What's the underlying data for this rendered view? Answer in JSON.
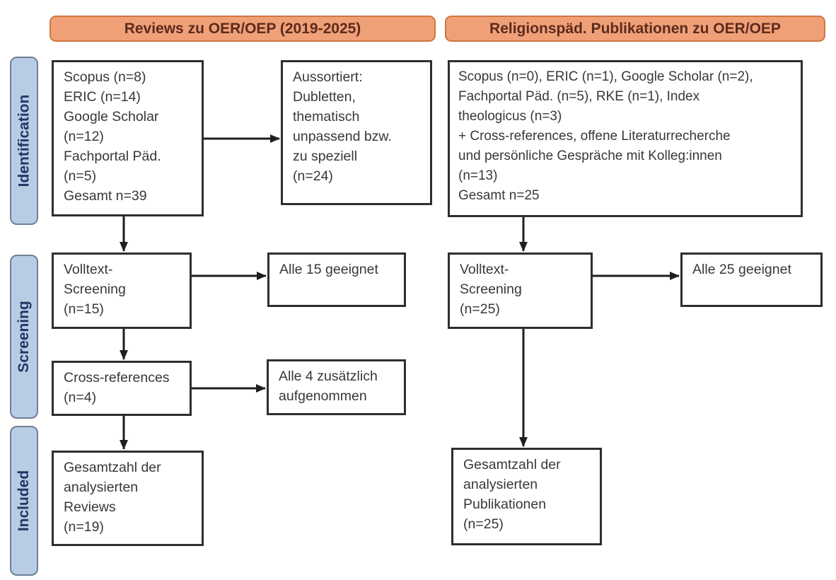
{
  "headers": [
    {
      "label": "Reviews zu OER/OEP (2019-2025)"
    },
    {
      "label": "Religionspäd. Publikationen zu OER/OEP"
    }
  ],
  "stages": [
    {
      "label": "Identification"
    },
    {
      "label": "Screening"
    },
    {
      "label": "Included"
    }
  ],
  "boxes": {
    "id_left": {
      "text": "Scopus (n=8)\nERIC (n=14)\nGoogle Scholar\n(n=12)\nFachportal Päd.\n(n=5)\nGesamt n=39"
    },
    "aussortiert": {
      "text": "Aussortiert:\nDubletten,\nthematisch\nunpassend bzw.\nzu speziell\n(n=24)"
    },
    "id_right": {
      "text": "Scopus (n=0), ERIC (n=1), Google Scholar (n=2),\nFachportal Päd. (n=5), RKE (n=1), Index\ntheologicus (n=3)\n+ Cross-references, offene Literaturrecherche\nund persönliche Gespräche mit Kolleg:innen\n(n=13)\nGesamt n=25"
    },
    "volltext_left": {
      "text": "Volltext-\nScreening\n(n=15)"
    },
    "alle15": {
      "text": "Alle 15 geeignet"
    },
    "crossref": {
      "text": "Cross-references\n(n=4)"
    },
    "alle4": {
      "text": "Alle 4 zusätzlich\naufgenommen"
    },
    "included_left": {
      "text": "Gesamtzahl der\nanalysierten\nReviews\n(n=19)"
    },
    "volltext_right": {
      "text": "Volltext-\nScreening\n(n=25)"
    },
    "alle25": {
      "text": "Alle 25 geeignet"
    },
    "included_right": {
      "text": "Gesamtzahl der\nanalysierten\nPublikationen\n(n=25)"
    }
  },
  "colors": {
    "header_fill": "#f0a077",
    "header_border": "#d0763f",
    "header_text": "#5c2b1e",
    "stage_fill": "#b8cce4",
    "stage_border": "#6f7f96",
    "stage_text": "#1f3864",
    "box_border": "#2e2e2e",
    "box_text": "#383838",
    "arrow": "#1f1f1f"
  }
}
